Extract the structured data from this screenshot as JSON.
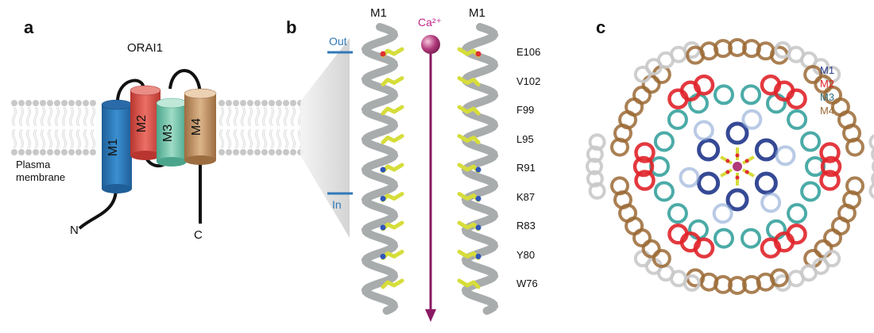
{
  "panels": {
    "a": {
      "letter": "a",
      "title": "ORAI1",
      "membrane_label_line1": "Plasma",
      "membrane_label_line2": "membrane",
      "helices": [
        "M1",
        "M2",
        "M3",
        "M4"
      ],
      "n_terminus": "N",
      "c_terminus": "C",
      "colors": {
        "M1": "#2f79b8",
        "M2": "#d9534a",
        "M3": "#6fc2a8",
        "M4": "#b98a5c"
      }
    },
    "b": {
      "letter": "b",
      "top_left_helix": "M1",
      "top_right_helix": "M1",
      "ion_label": "Ca²⁺",
      "out_label": "Out",
      "in_label": "In",
      "residues": [
        "E106",
        "V102",
        "F99",
        "L95",
        "R91",
        "K87",
        "R83",
        "Y80",
        "W76"
      ]
    },
    "c": {
      "letter": "c",
      "legend": [
        {
          "label": "M1",
          "color": "#2a3f8f"
        },
        {
          "label": "M2",
          "color": "#e0242a"
        },
        {
          "label": "M3",
          "color": "#2f6f80"
        },
        {
          "label": "M4",
          "color": "#9b6a35"
        }
      ]
    }
  }
}
